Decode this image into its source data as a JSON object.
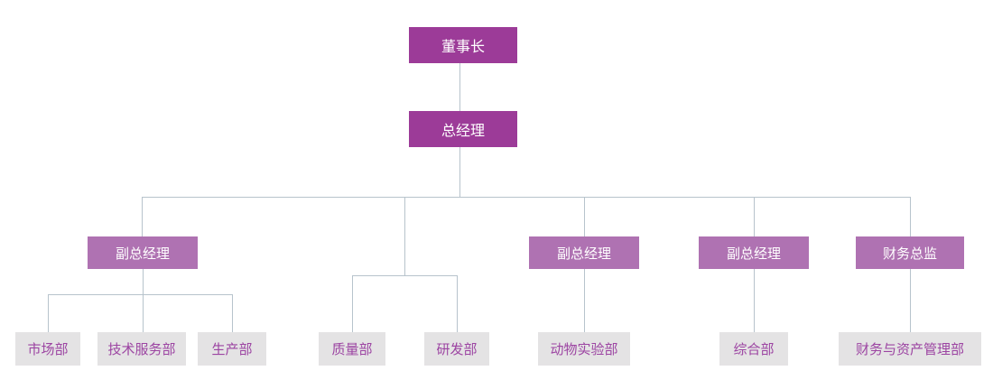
{
  "colors": {
    "exec_bg": "#9C3B98",
    "vp_bg": "#AF72B2",
    "dept_bg": "#E4E3E4",
    "dept_text": "#9C44A2",
    "line_color": "#B7C3CC",
    "node_text": "#FFFFFF"
  },
  "tree": {
    "label": "董事长",
    "children": [
      {
        "label": "总经理",
        "children": [
          {
            "label": "副总经理",
            "children": [
              {
                "label": "市场部"
              },
              {
                "label": "技术服务部"
              },
              {
                "label": "生产部"
              }
            ]
          },
          {
            "children": [
              {
                "label": "质量部"
              },
              {
                "label": "研发部"
              }
            ]
          },
          {
            "label": "副总经理",
            "children": [
              {
                "label": "动物实验部"
              }
            ]
          },
          {
            "label": "副总经理",
            "children": [
              {
                "label": "综合部"
              }
            ]
          },
          {
            "label": "财务总监",
            "children": [
              {
                "label": "财务与资产管理部"
              }
            ]
          }
        ]
      }
    ]
  }
}
